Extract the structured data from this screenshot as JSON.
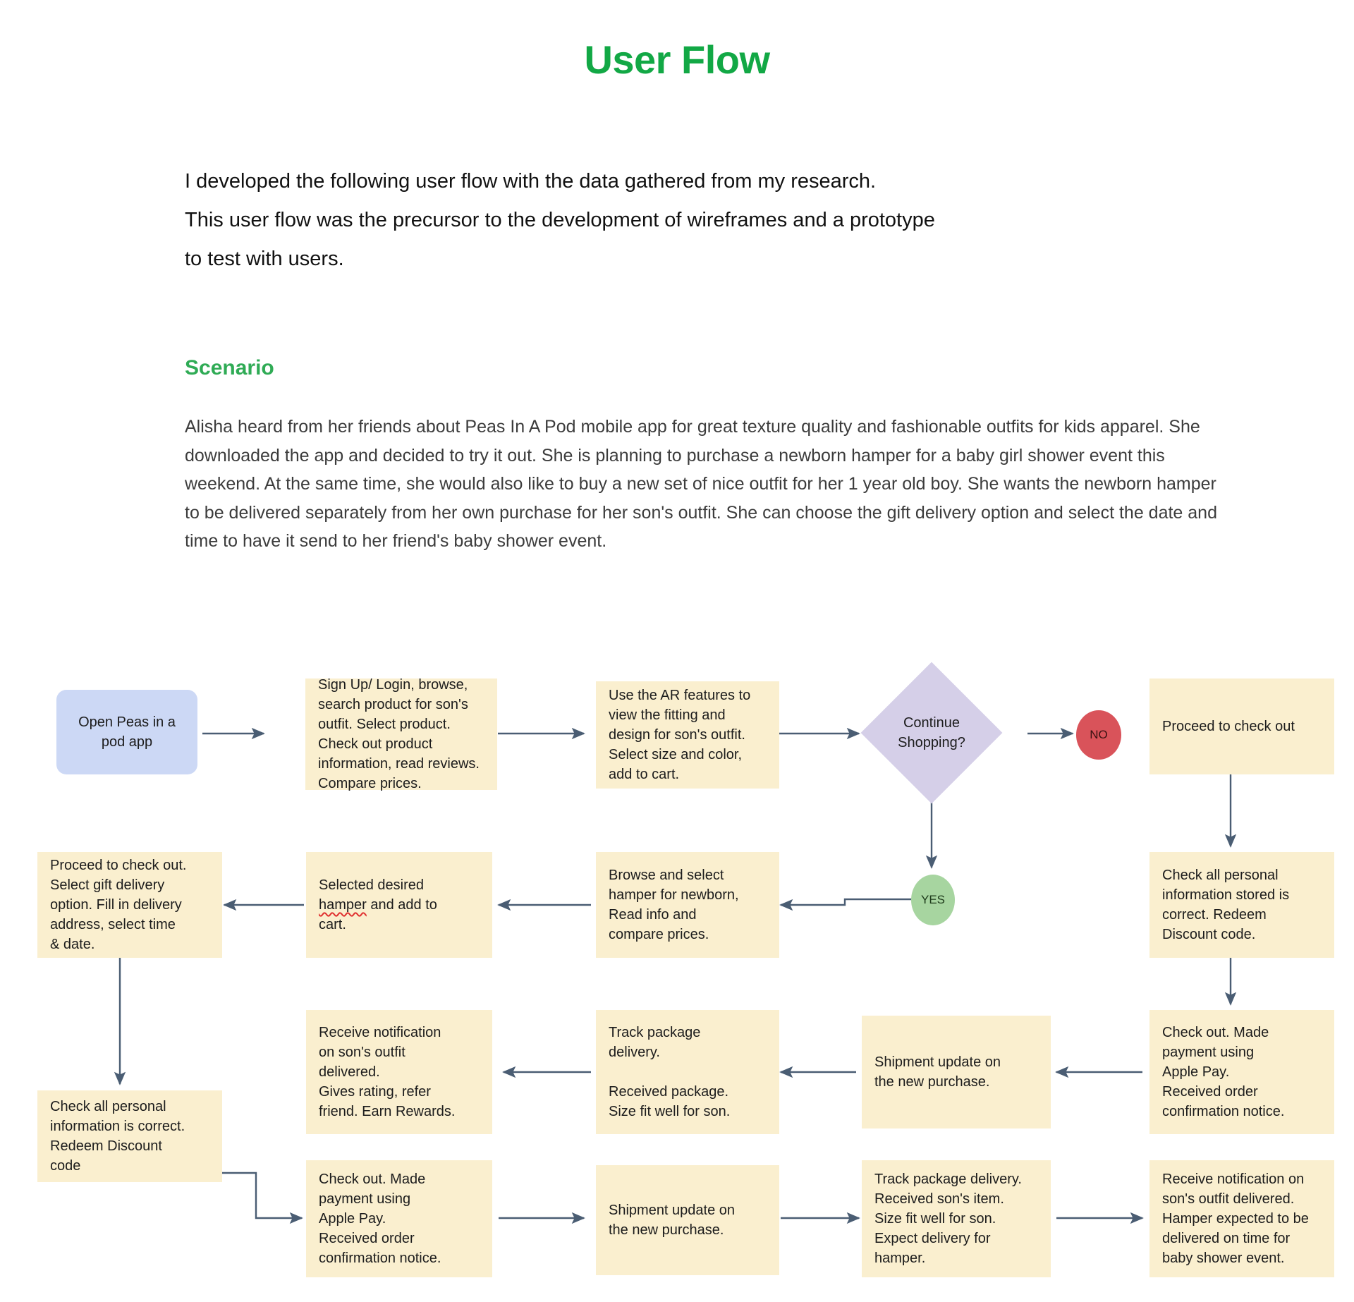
{
  "header": {
    "title": "User Flow",
    "title_color": "#12a845"
  },
  "intro": {
    "paragraph": "I developed the following user flow with the data gathered from my research.\nThis user flow was the precursor to the development of wireframes and a prototype\nto test with users."
  },
  "scenario": {
    "heading": "Scenario",
    "heading_color": "#2fab55",
    "paragraph": "Alisha heard from her friends about Peas In A Pod mobile app for great texture quality and fashionable outfits for kids apparel. She downloaded the app and decided to try it out. She is planning to purchase a newborn hamper for a baby girl shower event this weekend. At the same time, she would also like to buy a new set of nice outfit for her 1 year old boy.  She wants the newborn hamper to be delivered separately from her own purchase for her son's outfit. She can choose the gift delivery option and select the date and time to have it send to her friend's baby shower event."
  },
  "colors": {
    "process_fill": "#faefcf",
    "start_fill": "#ccd8f5",
    "decision_fill": "#d5cfe8",
    "no_fill": "#d9535a",
    "yes_fill": "#a7d5a0",
    "edge_stroke": "#4a5d73"
  },
  "flow": {
    "nodes": [
      {
        "id": "open-app",
        "shape": "start",
        "label": "Open Peas in a\npod app"
      },
      {
        "id": "signup-browse",
        "shape": "rect",
        "label": "Sign Up/ Login, browse,\nsearch product for son's\noutfit. Select product.\nCheck out product\ninformation, read reviews.\nCompare prices."
      },
      {
        "id": "ar-features",
        "shape": "rect",
        "label": "Use the AR features to\nview the fitting and\ndesign for son's outfit.\nSelect size and color,\nadd to cart."
      },
      {
        "id": "continue-shopping",
        "shape": "diamond",
        "label": "Continue\nShopping?"
      },
      {
        "id": "decision-no",
        "shape": "ellipse",
        "label": "NO"
      },
      {
        "id": "decision-yes",
        "shape": "ellipse",
        "label": "YES"
      },
      {
        "id": "proceed-checkout-1",
        "shape": "rect",
        "label": "Proceed to check out"
      },
      {
        "id": "check-personal-1",
        "shape": "rect",
        "label": "Check all personal\ninformation stored is\ncorrect. Redeem\nDiscount code."
      },
      {
        "id": "browse-hamper",
        "shape": "rect",
        "label": "Browse and select\nhamper for newborn,\nRead info and\ncompare prices."
      },
      {
        "id": "select-hamper",
        "shape": "rect",
        "label_pre": "Selected desired\n",
        "label_spell": "hamper",
        "label_post": " and add to\ncart."
      },
      {
        "id": "proceed-checkout-2",
        "shape": "rect",
        "label": "Proceed to check out.\nSelect gift delivery\noption. Fill in delivery\naddress, select time\n& date."
      },
      {
        "id": "checkout-pay-1",
        "shape": "rect",
        "label": "Check out. Made\npayment using\nApple Pay.\nReceived order\nconfirmation notice."
      },
      {
        "id": "shipment-update-1",
        "shape": "rect",
        "label": "Shipment update on\nthe new purchase."
      },
      {
        "id": "track-package-1",
        "shape": "rect",
        "label": "Track package\ndelivery.\n\nReceived package.\nSize fit well for son."
      },
      {
        "id": "receive-notify-1",
        "shape": "rect",
        "label": "Receive notification\non son's outfit\ndelivered.\nGives rating, refer\nfriend. Earn Rewards."
      },
      {
        "id": "check-personal-2",
        "shape": "rect",
        "label": "Check all personal\ninformation is correct.\nRedeem Discount\ncode"
      },
      {
        "id": "checkout-pay-2",
        "shape": "rect",
        "label": "Check out. Made\npayment using\nApple Pay.\nReceived order\nconfirmation notice."
      },
      {
        "id": "shipment-update-2",
        "shape": "rect",
        "label": "Shipment update on\nthe new purchase."
      },
      {
        "id": "track-package-2",
        "shape": "rect",
        "label": "Track package delivery.\nReceived son's item.\nSize fit well for son.\nExpect delivery for\nhamper."
      },
      {
        "id": "receive-notify-2",
        "shape": "rect",
        "label": "Receive notification on\nson's outfit delivered.\nHamper expected to be\ndelivered on time for\nbaby shower event."
      }
    ]
  }
}
